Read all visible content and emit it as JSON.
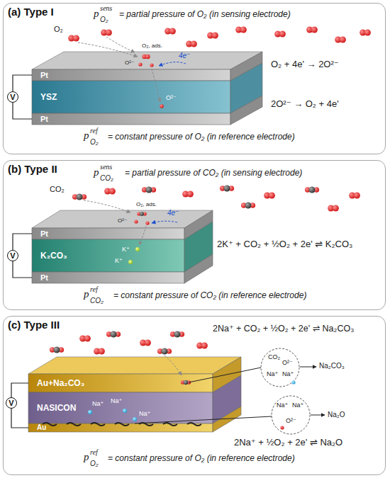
{
  "diagram": {
    "nodes": [
      {
        "text": [
          "(a) Type I"
        ]
      },
      {
        "text": [
          "Pt"
        ],
        "in": 0
      },
      {
        "text": [
          "YSZ"
        ],
        "in": 0
      },
      {
        "text": [
          "Pt"
        ],
        "in": 0
      },
      {
        "text": [
          "V"
        ],
        "in": 0
      },
      {
        "text": [
          "(b) Type II"
        ]
      },
      {
        "text": [
          "Pt"
        ],
        "in": 5
      },
      {
        "text": [
          "K₂CO₃"
        ],
        "in": 5
      },
      {
        "text": [
          "Pt"
        ],
        "in": 5
      },
      {
        "text": [
          "V"
        ],
        "in": 5
      },
      {
        "text": [
          "(c) Type III"
        ]
      },
      {
        "text": [
          "Au+Na₂CO₃"
        ],
        "in": 10
      },
      {
        "text": [
          "NASICON"
        ],
        "in": 10
      },
      {
        "text": [
          "Au"
        ],
        "in": 10
      },
      {
        "text": [
          "V"
        ],
        "in": 10
      }
    ],
    "edges": [
      {
        "from": 4,
        "to": 1,
        "arrow": "none"
      },
      {
        "from": 4,
        "to": 3,
        "arrow": "none"
      },
      {
        "from": 9,
        "to": 6,
        "arrow": "none"
      },
      {
        "from": 9,
        "to": 8,
        "arrow": "none"
      },
      {
        "from": 14,
        "to": 11,
        "arrow": "none"
      },
      {
        "from": 14,
        "to": 13,
        "arrow": "none"
      }
    ],
    "labels": [
      "p",
      "sens",
      "O₂",
      "= partial pressure of O₂ (in sensing electrode)",
      "O₂",
      "O₂, ads.",
      "O²⁻",
      "4e⁻",
      "O²⁻",
      "O₂ + 4e' → 2O²⁻",
      "2O²⁻ → O₂ + 4e'",
      "p",
      "ref",
      "O₂",
      "= constant pressure of O₂ (in reference electrode)",
      "p",
      "sens",
      "CO₂",
      "= partial pressure of CO₂ (in sensing electrode)",
      "CO₂",
      "O₂, ads.",
      "O²⁻",
      "4e⁻",
      "K⁺",
      "K⁺",
      "2K⁺ + CO₂ + ½O₂ + 2e' ⇌ K₂CO₃",
      "p",
      "ref",
      "CO₂",
      "= constant pressure of CO₂ (in reference electrode)",
      "2Na⁺ + CO₂ + ½O₂ + 2e' ⇌ Na₂CO₃",
      "Na⁺",
      "Na⁺",
      "Na⁺",
      "CO₂",
      "O²⁻",
      "Na₂CO₃",
      "Na⁺",
      "Na⁺",
      "Na⁺",
      "Na⁺",
      "Na₂O",
      "O²⁻",
      "2Na⁺ + ½O₂ + 2e' ⇌ Na₂O",
      "p",
      "ref",
      "O₂",
      "= constant pressure of O₂ (in reference electrode)"
    ]
  }
}
